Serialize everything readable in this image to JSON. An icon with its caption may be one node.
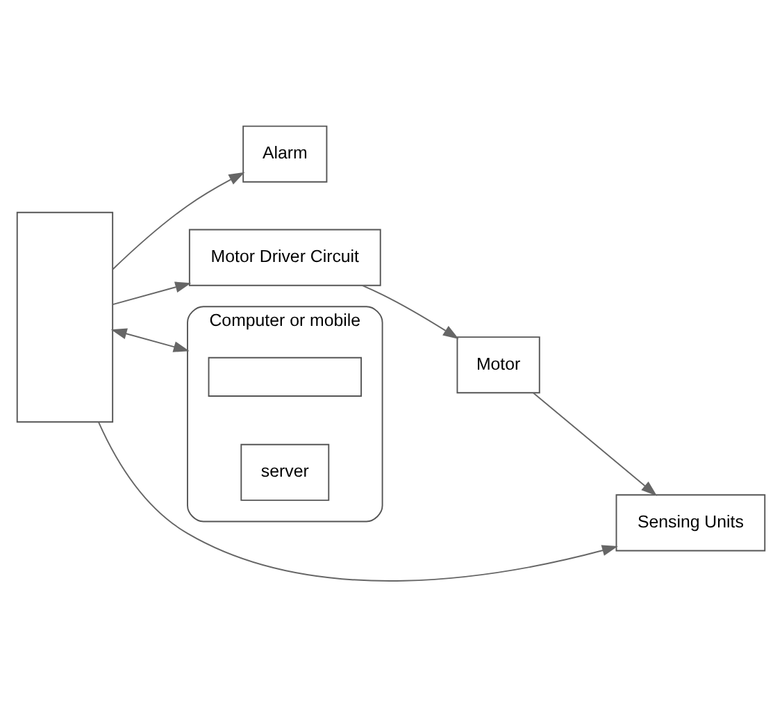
{
  "diagram": {
    "nodes": [
      {
        "text": [
          "Alarm"
        ]
      },
      {
        "text": [],
        "shape": "box"
      },
      {
        "text": [
          "Motor Driver Circuit"
        ]
      },
      {
        "text": [
          "Motor"
        ]
      },
      {
        "text": [
          "Computer or mobile"
        ]
      },
      {
        "text": [],
        "shape": "box",
        "in": 4
      },
      {
        "text": [
          "server"
        ],
        "in": 4
      },
      {
        "text": [
          "Sensing Units"
        ]
      }
    ],
    "edges": [
      {
        "from": 1,
        "to": 0,
        "arrow": "to"
      },
      {
        "from": 1,
        "to": 2,
        "arrow": "to"
      },
      {
        "from": 2,
        "to": 3,
        "arrow": "to"
      },
      {
        "from": 3,
        "to": 7,
        "arrow": "to"
      },
      {
        "from": 1,
        "to": 7,
        "arrow": "to"
      },
      {
        "from": 1,
        "to": 4,
        "arrow": "both"
      }
    ]
  }
}
